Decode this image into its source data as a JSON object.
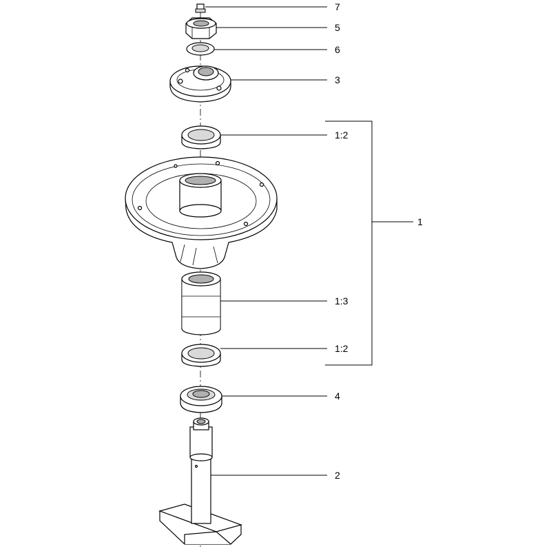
{
  "callouts": {
    "c7": "7",
    "c5": "5",
    "c6": "6",
    "c3": "3",
    "c1_2_top": "1:2",
    "c1": "1",
    "c1_3": "1:3",
    "c1_2_bottom": "1:2",
    "c4": "4",
    "c2": "2"
  }
}
